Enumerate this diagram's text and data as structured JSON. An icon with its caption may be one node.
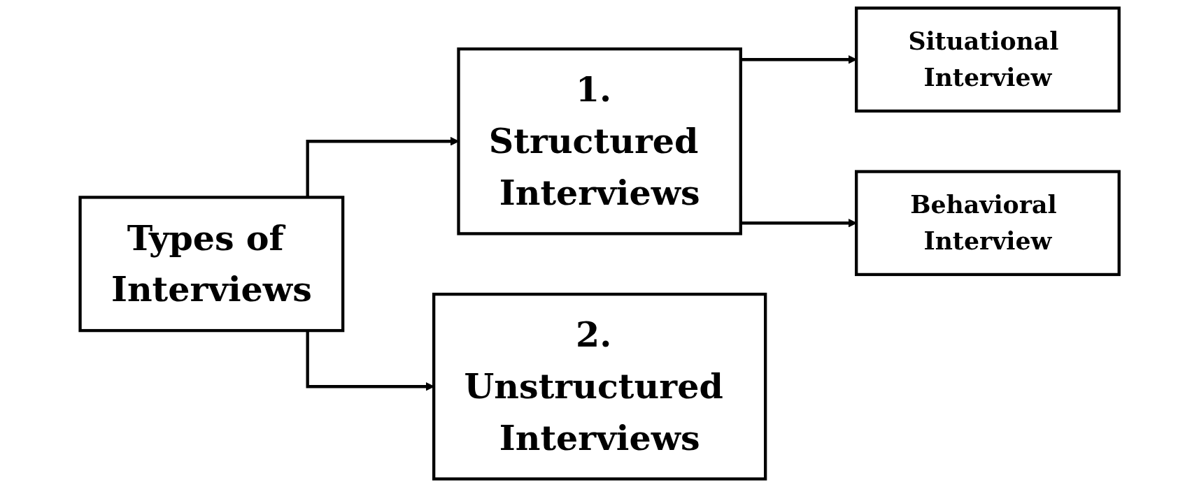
{
  "diagram": {
    "nodes": [
      {
        "text": [
          "Types of Interviews"
        ]
      },
      {
        "text": [
          "1. Structured Interviews"
        ]
      },
      {
        "text": [
          "2. Unstructured Interviews"
        ]
      },
      {
        "text": [
          "Situational Interview"
        ]
      },
      {
        "text": [
          "Behavioral Interview"
        ]
      }
    ],
    "edges": [
      {
        "from": 0,
        "to": 1,
        "arrow": "to"
      },
      {
        "from": 0,
        "to": 2,
        "arrow": "to"
      },
      {
        "from": 1,
        "to": 3,
        "arrow": "to"
      },
      {
        "from": 1,
        "to": 4,
        "arrow": "to"
      }
    ]
  }
}
